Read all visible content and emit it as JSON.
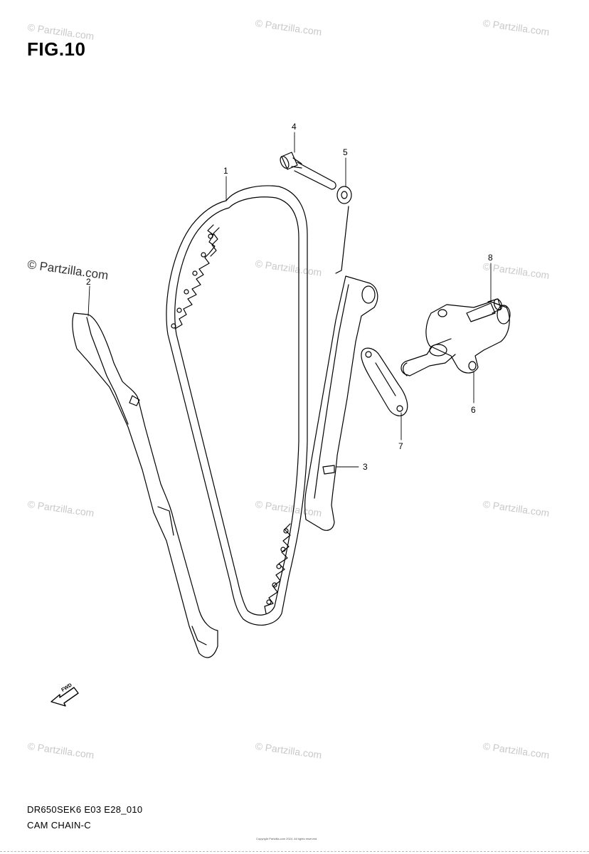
{
  "figure": {
    "title": "FIG.10"
  },
  "callouts": {
    "c1": "1",
    "c2": "2",
    "c3": "3",
    "c4": "4",
    "c5": "5",
    "c6": "6",
    "c7": "7",
    "c8": "8"
  },
  "watermark": {
    "text": "© Partzilla.com"
  },
  "caption": {
    "code": "DR650SEK6 E03 E28_010",
    "name": "CAM CHAIN-C"
  },
  "fwd_label": "FWD",
  "copyright": "Copyright Partzilla.com 2024. All rights reserved."
}
